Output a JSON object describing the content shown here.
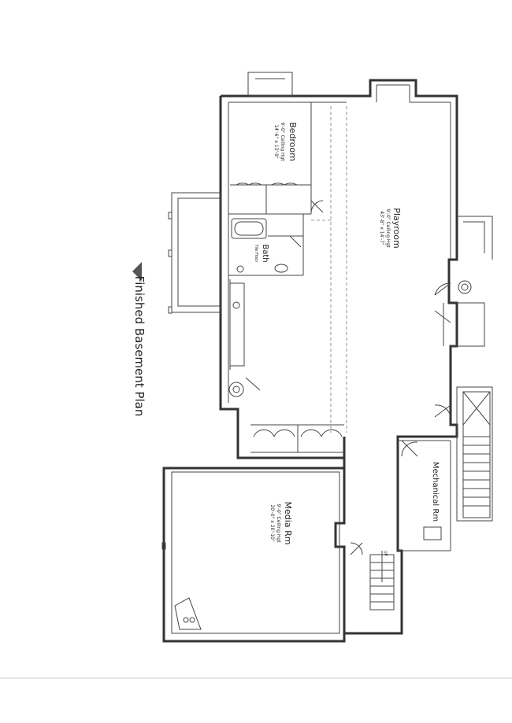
{
  "title": "Finished Basement Plan",
  "rooms": {
    "bedroom": {
      "name": "Bedroom",
      "ceiling": "9'-0\" Ceiling Hgt",
      "dims": "14'-6\" x 13'-9\""
    },
    "bath": {
      "name": "Bath",
      "note": "Tile Floor"
    },
    "playroom": {
      "name": "Playroom",
      "ceiling": "9'-0\" Ceiling Hgt",
      "dims": "43'-8\" x 14'-7\""
    },
    "mechanical": {
      "name": "Mechanical Rm"
    },
    "media": {
      "name": "Media Rm",
      "ceiling": "9'-0\" Ceiling Hgt",
      "dims": "20'-0\" x 20'-10\""
    }
  },
  "markers": {
    "up": "UP"
  }
}
